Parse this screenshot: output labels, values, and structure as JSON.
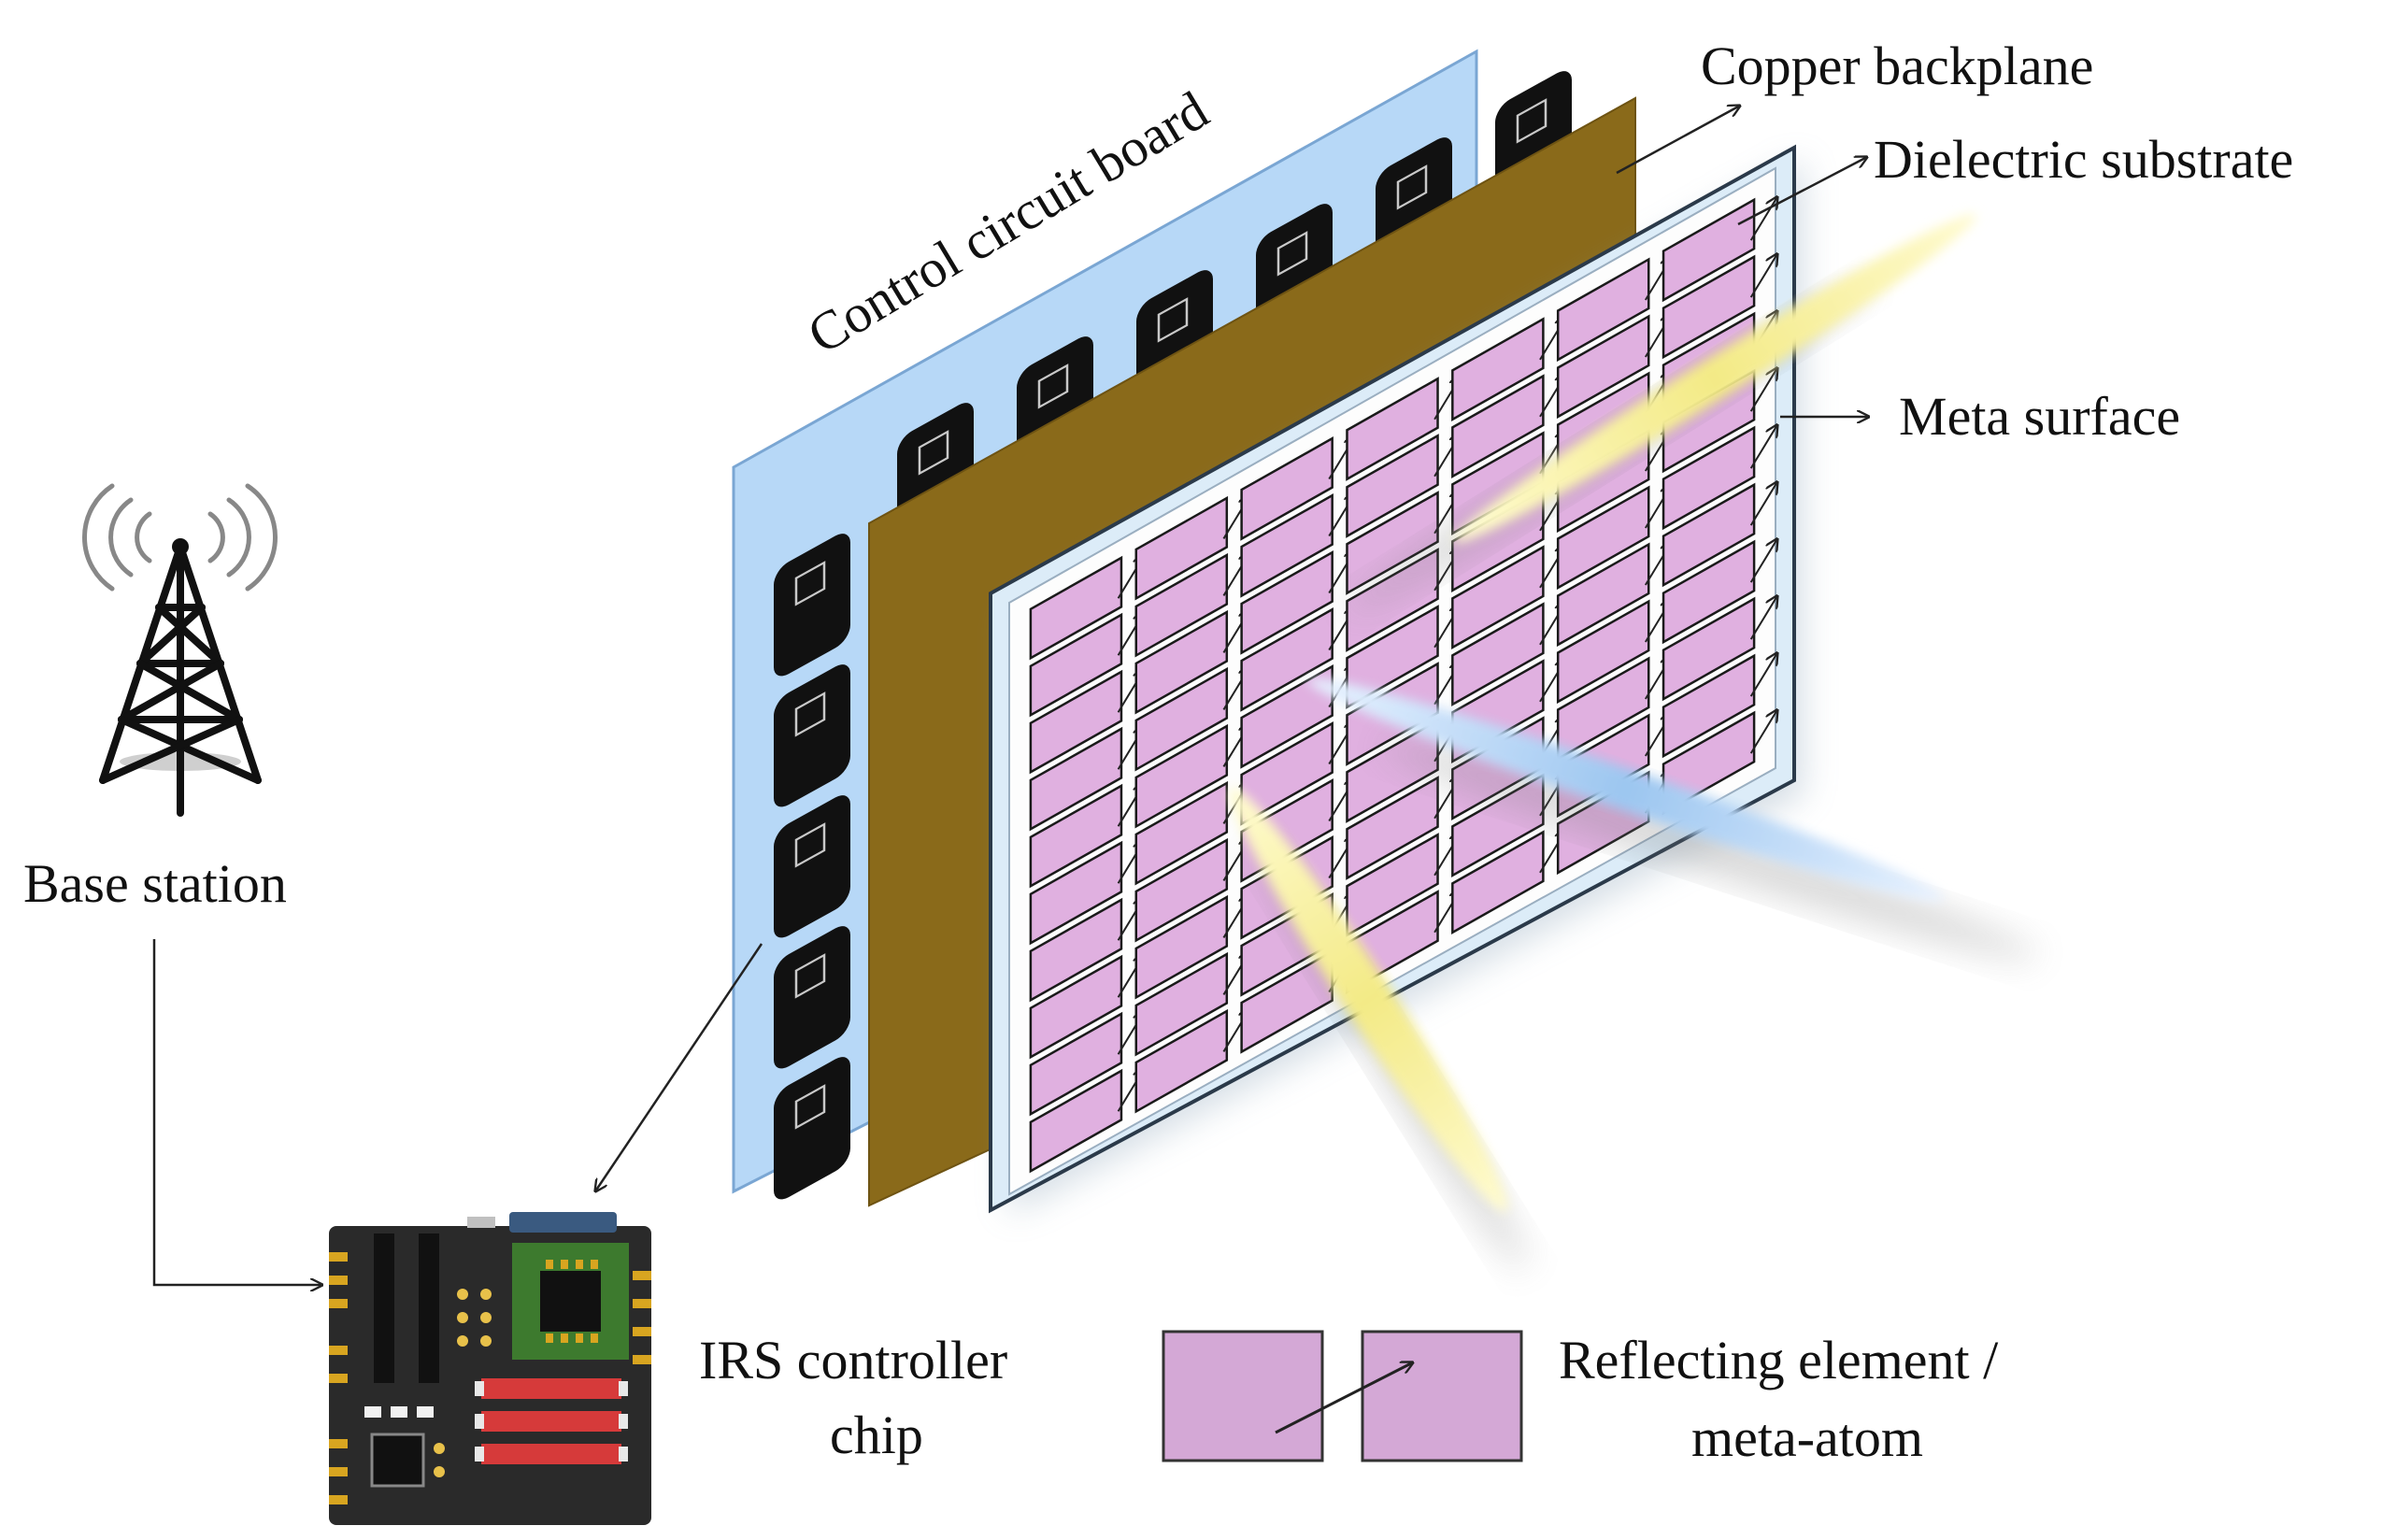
{
  "labels": {
    "control_circuit_board": "Control circuit board",
    "copper_backplane": "Copper backplane",
    "dielectric_substrate": "Dielectric substrate",
    "meta_surface": "Meta surface",
    "base_station": "Base station",
    "irs_controller_line1": "IRS controller",
    "irs_controller_line2": "chip",
    "reflecting_element_line1": "Reflecting element  /",
    "reflecting_element_line2": "meta-atom"
  },
  "grid": {
    "rows": 10,
    "cols": 7
  },
  "control_board_chips": {
    "top_row": 6,
    "side_column": 4
  },
  "colors": {
    "control_board": "#b7d8f7",
    "control_board_edge": "#7aa6d3",
    "copper_backplane": "#8a6a1a",
    "dielectric_substrate": "#dcecf8",
    "meta_surface": "#ffffff",
    "meta_atom": "#e0b0e0",
    "meta_atom_legend": "#d4a8d6",
    "beam_yellow": "#f5ef9a",
    "beam_blue": "#a9cdf3",
    "chip": "#111111",
    "pcb_dark": "#2a2a2a",
    "pcb_green": "#3d7a2e",
    "pcb_red": "#d63a3a",
    "pcb_gold": "#d8a520"
  },
  "icons": [
    "antenna-tower-icon",
    "pcb-controller-icon"
  ]
}
